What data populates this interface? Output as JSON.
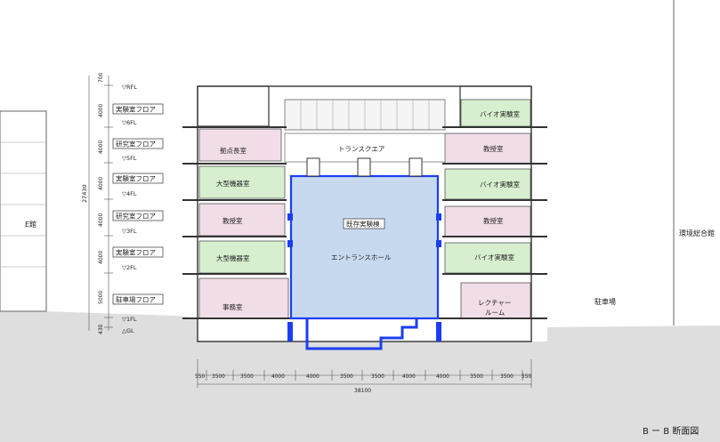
{
  "left_building": "E館",
  "right_building": "環境総合館",
  "parking": "駐車場",
  "title": "B ー B 断面図",
  "levels": {
    "rfl": "▽RFL",
    "f6": "▽6FL",
    "f5": "▽5FL",
    "f4": "▽4FL",
    "f3": "▽3FL",
    "f2": "▽2FL",
    "f1": "▽1FL",
    "gl": "△GL"
  },
  "floor_labels": {
    "f6": "実験室フロア",
    "f5": "研究室フロア",
    "f4": "実験室フロア",
    "f3": "研究室フロア",
    "f2": "実験室フロア",
    "f1": "駐車場フロア"
  },
  "heights": {
    "top": "700",
    "f6": "4000",
    "f5": "4000",
    "f4": "4000",
    "f3": "4000",
    "f2": "4000",
    "f1": "5000",
    "gl": "430",
    "total": "27430"
  },
  "rooms": {
    "left_f5": "拠点長室",
    "left_f4": "大型機器室",
    "left_f3": "教授室",
    "left_f2": "大型機器室",
    "left_f1": "事務室",
    "right_f6": "バイオ実験室",
    "right_f5": "教授室",
    "right_f4": "バイオ実験室",
    "right_f3": "教授室",
    "right_f2": "バイオ実験室",
    "right_f1_line1": "レクチャー",
    "right_f1_line2": "ルーム",
    "trans": "トランスクエア",
    "existing": "既存実験棟",
    "hall": "エントランスホール"
  },
  "dimensions": [
    "550",
    "3500",
    "3500",
    "4000",
    "4000",
    "3500",
    "3500",
    "4000",
    "4000",
    "3500",
    "3500",
    "550"
  ],
  "dimension_total": "38100"
}
